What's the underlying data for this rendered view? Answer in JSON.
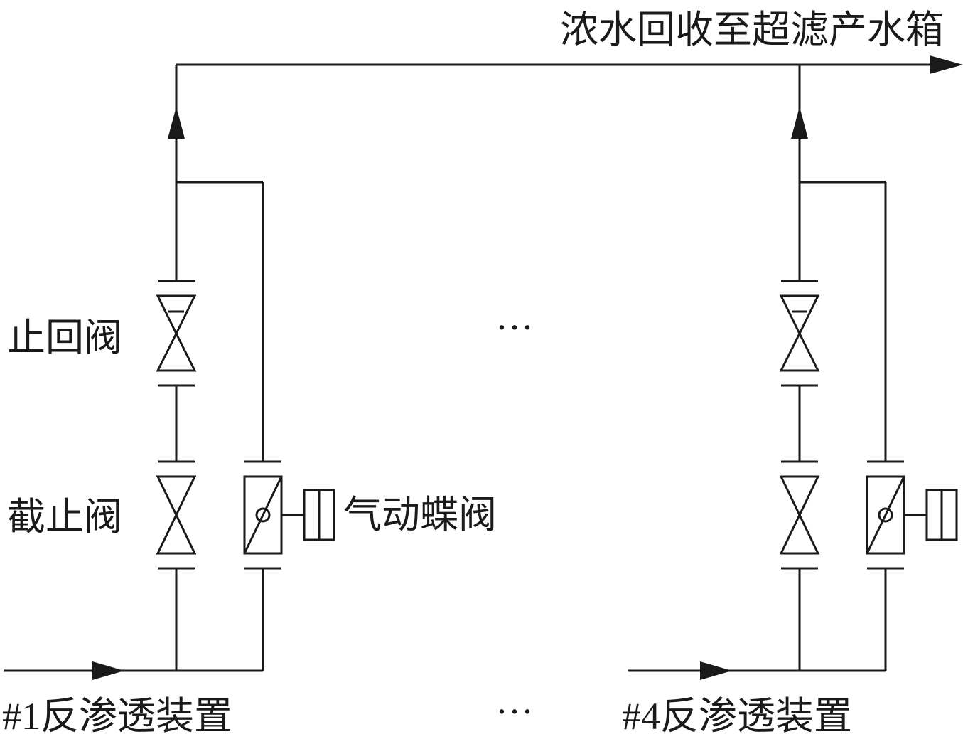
{
  "labels": {
    "outlet": "浓水回收至超滤产水箱",
    "check_valve": "止回阀",
    "globe_valve": "截止阀",
    "butterfly_valve": "气动蝶阀",
    "unit_1": "#1反渗透装置",
    "unit_4": "#4反渗透装置",
    "ellipsis_middle": "···",
    "ellipsis_bottom": "···"
  },
  "colors": {
    "line": "#1a1a1a",
    "background": "#ffffff"
  }
}
